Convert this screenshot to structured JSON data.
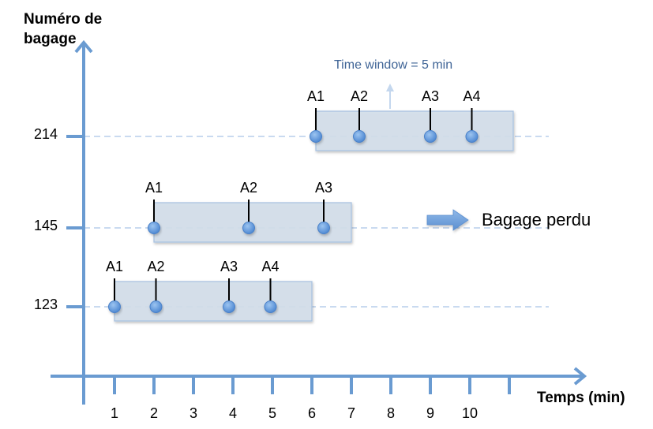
{
  "chart_data": {
    "type": "timeline",
    "ylabel_lines": [
      "Numéro de",
      "bagage"
    ],
    "xlabel": "Temps (min)",
    "x_ticks": [
      1,
      2,
      3,
      4,
      5,
      6,
      7,
      8,
      9,
      10,
      11
    ],
    "x_tick_labels": [
      "1",
      "2",
      "3",
      "4",
      "5",
      "6",
      "7",
      "8",
      "9",
      "10",
      ""
    ],
    "xlim": [
      -0.2,
      12
    ],
    "rows": [
      {
        "id": "123",
        "label": "123",
        "window": [
          1,
          6
        ],
        "events": [
          {
            "label": "A1",
            "t": 1.0
          },
          {
            "label": "A2",
            "t": 2.05
          },
          {
            "label": "A3",
            "t": 3.9
          },
          {
            "label": "A4",
            "t": 4.95
          }
        ]
      },
      {
        "id": "145",
        "label": "145",
        "window": [
          2,
          7
        ],
        "events": [
          {
            "label": "A1",
            "t": 2.0
          },
          {
            "label": "A2",
            "t": 4.4
          },
          {
            "label": "A3",
            "t": 6.3
          }
        ]
      },
      {
        "id": "214",
        "label": "214",
        "window": [
          6.1,
          11.1
        ],
        "events": [
          {
            "label": "A1",
            "t": 6.1
          },
          {
            "label": "A2",
            "t": 7.2
          },
          {
            "label": "A3",
            "t": 9.0
          },
          {
            "label": "A4",
            "t": 10.05
          }
        ]
      }
    ],
    "annotations": {
      "time_window": "Time window = 5 min",
      "lost_baggage": "Bagage perdu",
      "lost_baggage_row": "145"
    },
    "colors": {
      "axis": "#6a9bd1",
      "window_fill": "#d3deea",
      "window_stroke": "#a9c2df",
      "dash": "#a9c4e6",
      "point": "#6aa1e0",
      "text_accent": "#3f6496"
    }
  }
}
